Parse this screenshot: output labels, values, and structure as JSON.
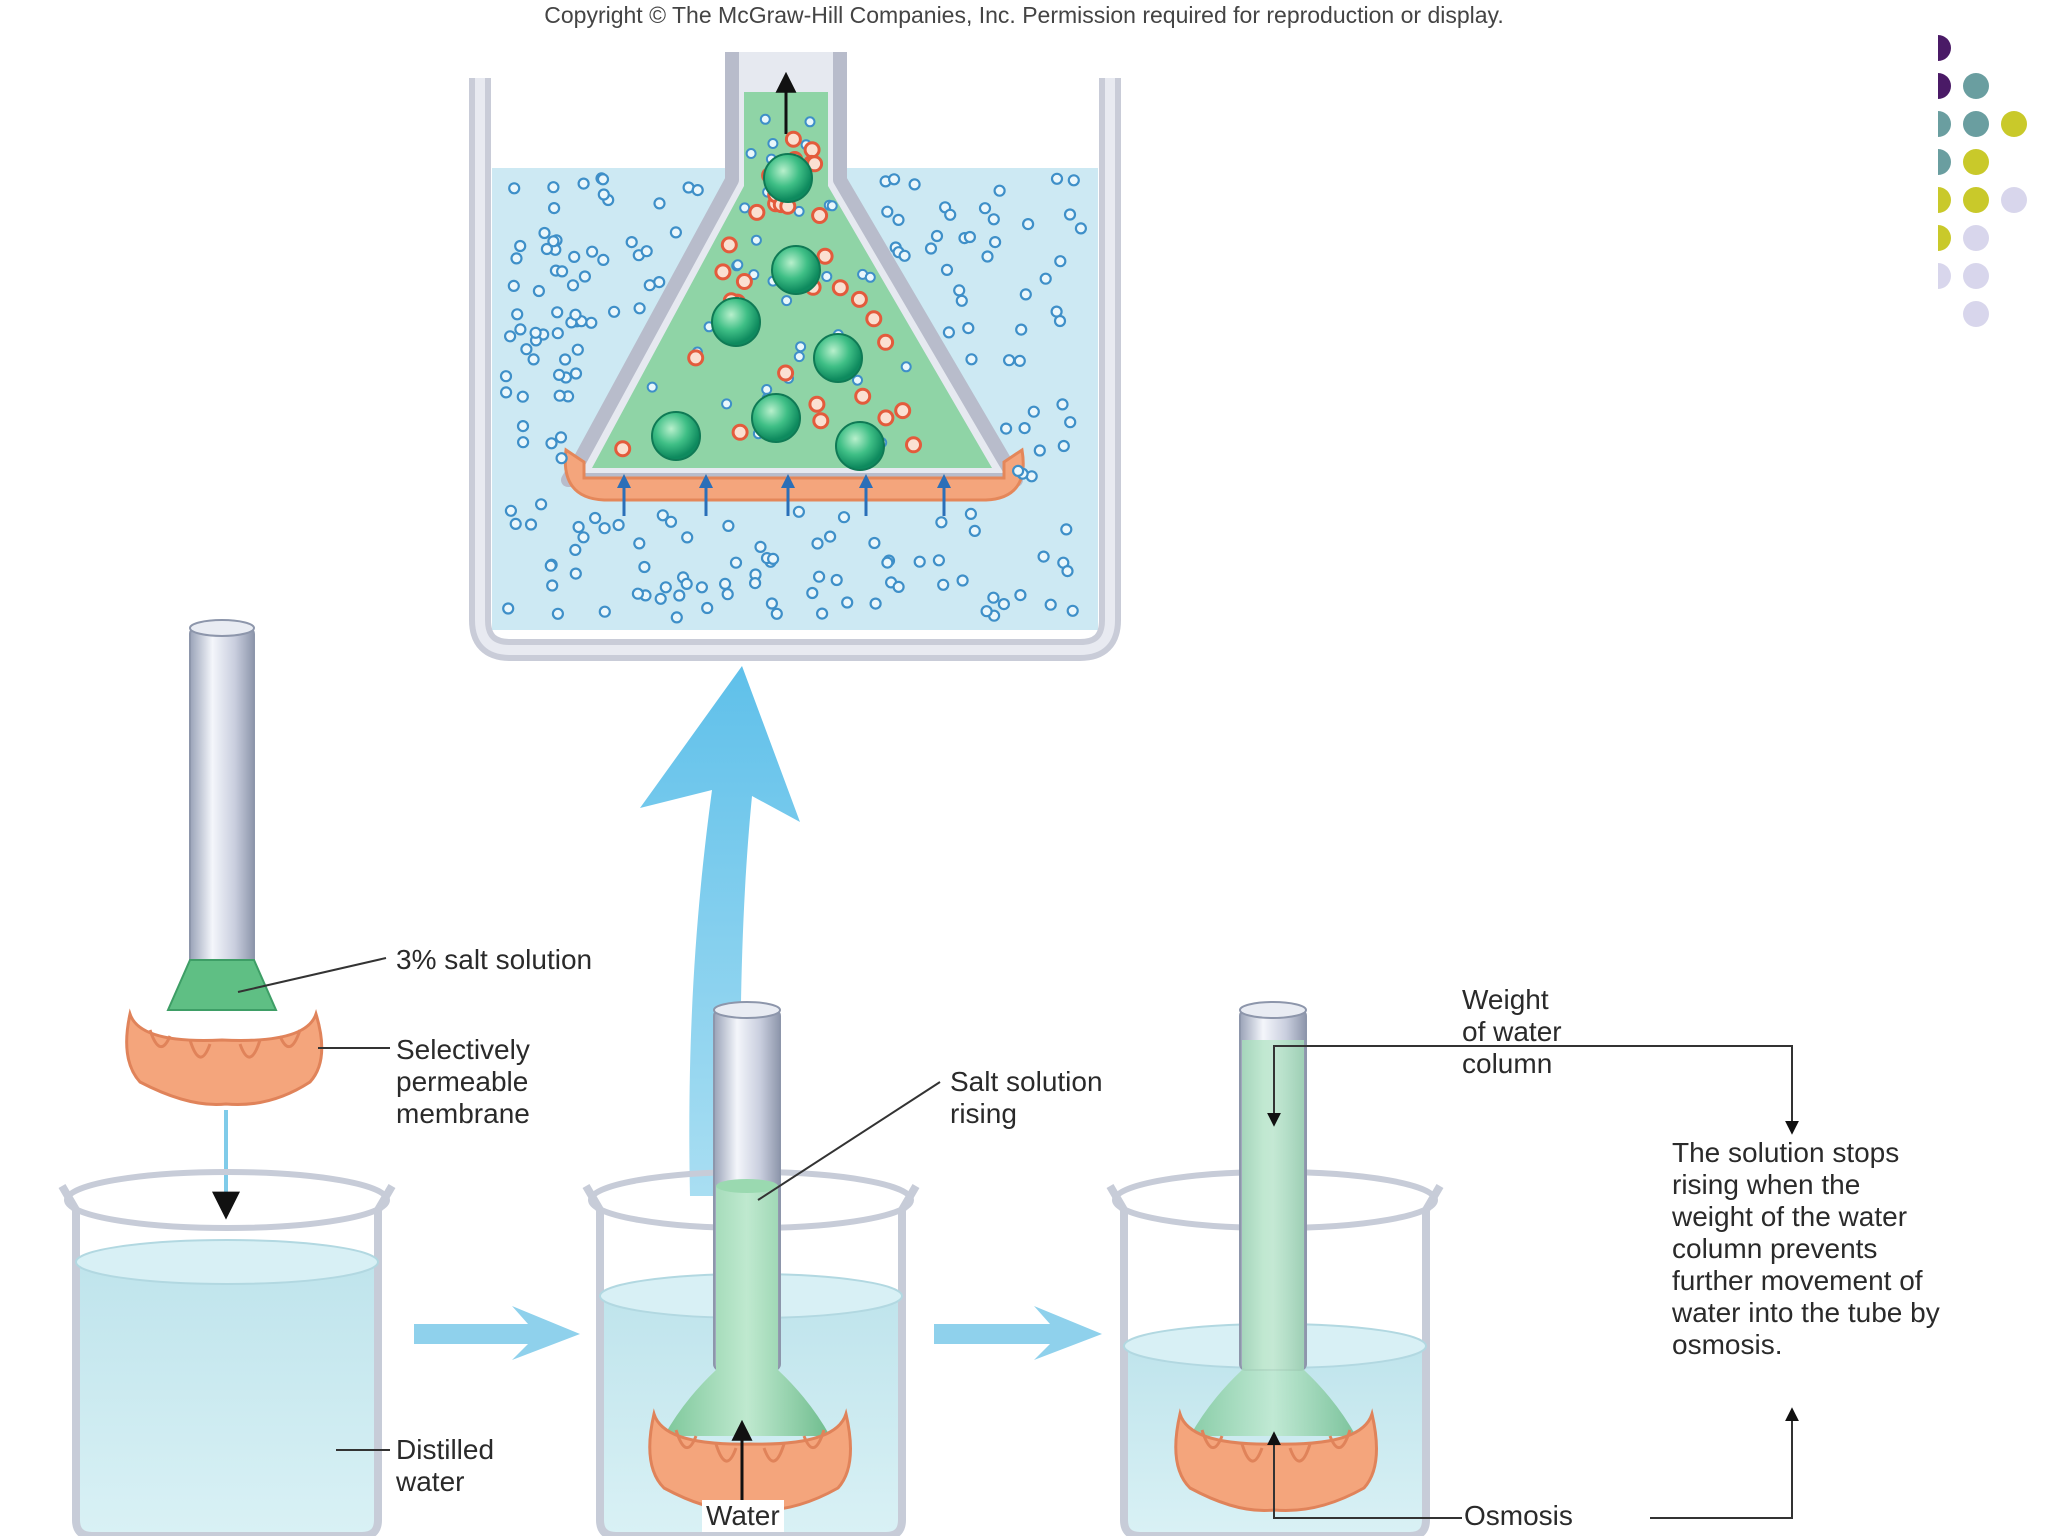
{
  "copyright": "Copyright © The McGraw-Hill Companies, Inc. Permission required for reproduction or display.",
  "labels": {
    "salt_solution": "3% salt solution",
    "membrane_1": "Selectively",
    "membrane_2": "permeable",
    "membrane_3": "membrane",
    "distilled_1": "Distilled",
    "distilled_2": "water",
    "rising_1": "Salt solution",
    "rising_2": "rising",
    "water": "Water",
    "weight_1": "Weight",
    "weight_2": "of water",
    "weight_3": "column",
    "osmosis": "Osmosis",
    "stops_text": "The solution stops rising when the weight of the water column prevents further movement of water into the tube by osmosis."
  },
  "colors": {
    "water_blue": "#cde9f3",
    "solution_green": "#7fcc98",
    "membrane_orange": "#f4a57c",
    "flow_arrow": "#7fcbe9",
    "deco_purple": "#4a1a66",
    "deco_teal": "#6a9ea0",
    "deco_yellow": "#c9c92a",
    "deco_lavender": "#d8d6ec"
  }
}
